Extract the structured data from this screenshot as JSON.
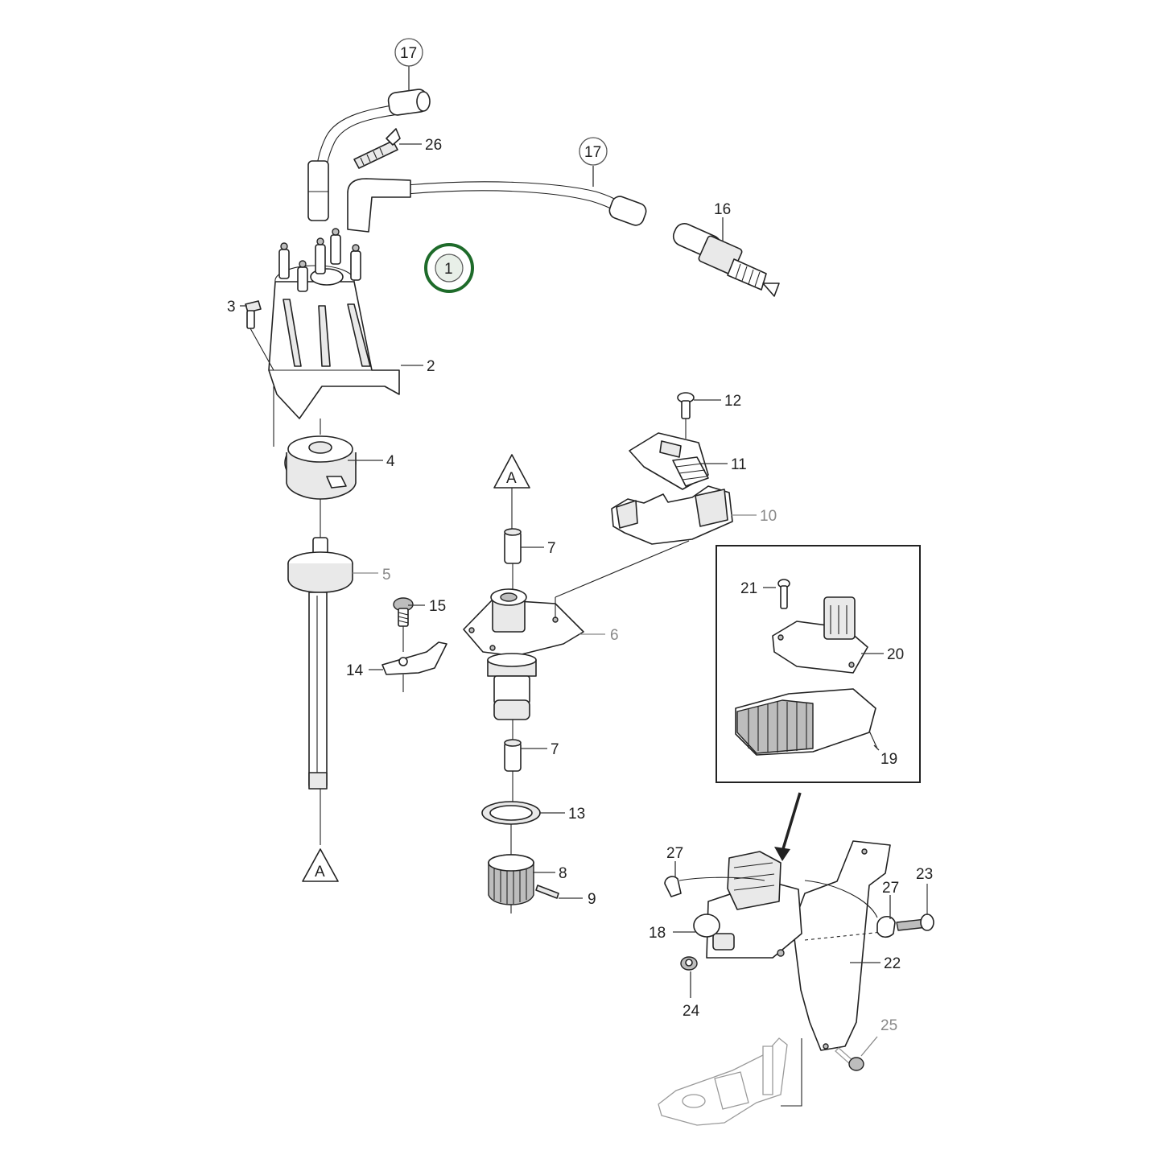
{
  "diagram": {
    "main_callout": "1",
    "section_marker": "A",
    "callouts": {
      "c17a": "17",
      "c17b": "17",
      "c26": "26",
      "c16": "16",
      "c3": "3",
      "c2": "2",
      "c4": "4",
      "c5": "5",
      "c12": "12",
      "c11": "11",
      "c10": "10",
      "c7a": "7",
      "c7b": "7",
      "c15": "15",
      "c14": "14",
      "c6": "6",
      "c13": "13",
      "c8": "8",
      "c9": "9",
      "c21": "21",
      "c20": "20",
      "c19": "19",
      "c27a": "27",
      "c27b": "27",
      "c23": "23",
      "c18": "18",
      "c22": "22",
      "c24": "24",
      "c25": "25"
    },
    "colors": {
      "main_callout_ring": "#1e6b2a",
      "main_callout_fill": "#e8efe8",
      "line": "#222222",
      "faded_label": "#888888"
    }
  }
}
